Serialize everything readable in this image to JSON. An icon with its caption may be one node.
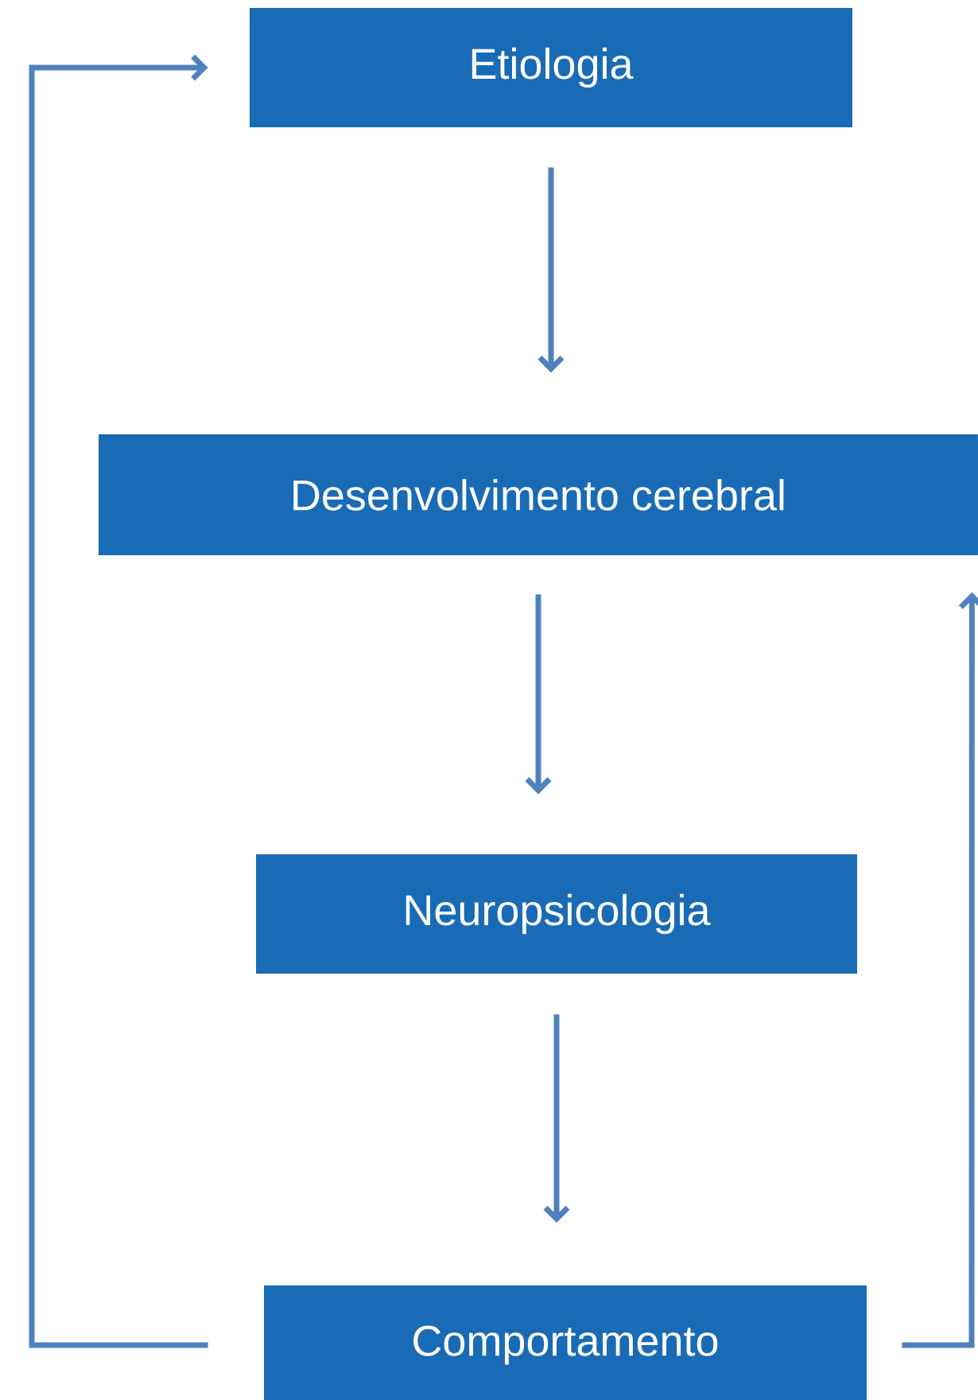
{
  "diagram": {
    "nodes": [
      {
        "text": [
          "Etiologia"
        ]
      },
      {
        "text": [
          "Desenvolvimento cerebral"
        ]
      },
      {
        "text": [
          "Neuropsicologia"
        ]
      },
      {
        "text": [
          "Comportamento"
        ]
      }
    ],
    "edges": [
      {
        "from": 0,
        "to": 1,
        "arrow": "to"
      },
      {
        "from": 1,
        "to": 2,
        "arrow": "to"
      },
      {
        "from": 2,
        "to": 3,
        "arrow": "to"
      },
      {
        "from": 3,
        "to": 0,
        "arrow": "to"
      },
      {
        "from": 3,
        "to": 1,
        "arrow": "to"
      }
    ]
  }
}
